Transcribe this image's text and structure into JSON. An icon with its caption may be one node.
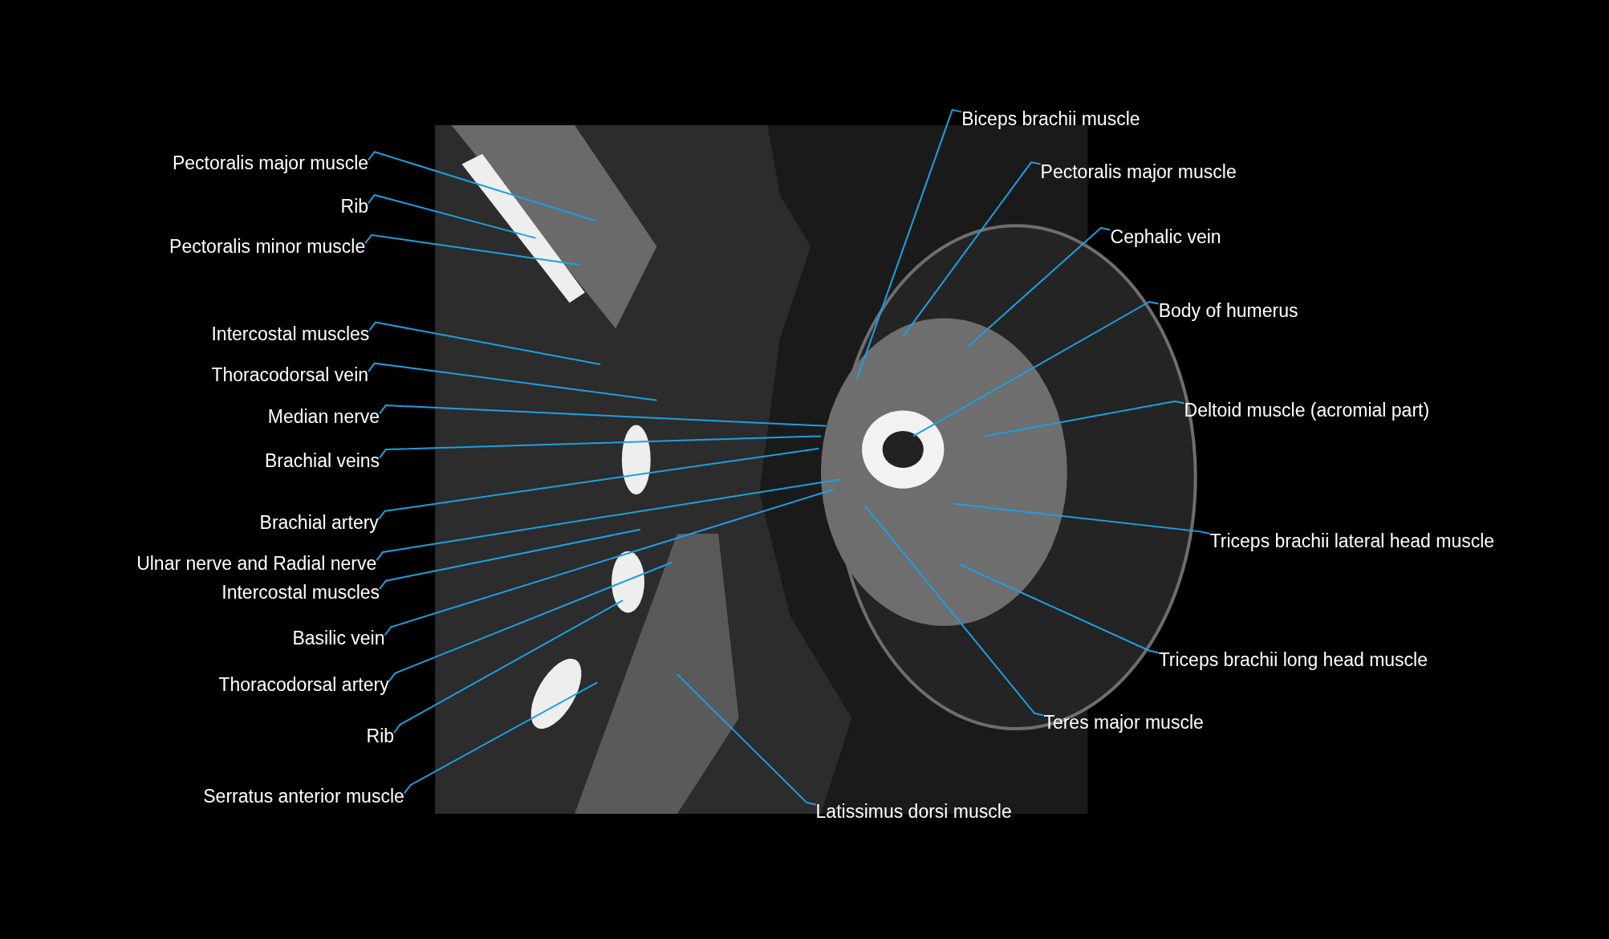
{
  "diagram": {
    "nodes": [
      {
        "text": [
          "Pectoralis major muscle"
        ]
      },
      {
        "text": [
          "Rib"
        ]
      },
      {
        "text": [
          "Pectoralis minor muscle"
        ]
      },
      {
        "text": [
          "Intercostal muscles"
        ]
      },
      {
        "text": [
          "Thoracodorsal vein"
        ]
      },
      {
        "text": [
          "Median nerve"
        ]
      },
      {
        "text": [
          "Brachial veins"
        ]
      },
      {
        "text": [
          "Brachial artery"
        ]
      },
      {
        "text": [
          "Ulnar nerve and Radial nerve"
        ]
      },
      {
        "text": [
          "Intercostal muscles"
        ]
      },
      {
        "text": [
          "Basilic vein"
        ]
      },
      {
        "text": [
          "Thoracodorsal artery"
        ]
      },
      {
        "text": [
          "Rib"
        ]
      },
      {
        "text": [
          "Serratus anterior muscle"
        ]
      },
      {
        "text": [
          "Biceps brachii muscle"
        ]
      },
      {
        "text": [
          "Pectoralis major muscle"
        ]
      },
      {
        "text": [
          "Cephalic vein"
        ]
      },
      {
        "text": [
          "Body of humerus"
        ]
      },
      {
        "text": [
          "Deltoid muscle (acromial part)"
        ]
      },
      {
        "text": [
          "Triceps brachii lateral head muscle"
        ]
      },
      {
        "text": [
          "Triceps brachii long head muscle"
        ]
      },
      {
        "text": [
          "Teres major muscle"
        ]
      },
      {
        "text": [
          "Latissimus dorsi muscle"
        ]
      }
    ],
    "edges": [
      {
        "from": 0,
        "to": null,
        "arrow": "none"
      },
      {
        "from": 1,
        "to": null,
        "arrow": "none"
      },
      {
        "from": 2,
        "to": null,
        "arrow": "none"
      },
      {
        "from": 3,
        "to": null,
        "arrow": "none"
      },
      {
        "from": 4,
        "to": null,
        "arrow": "none"
      },
      {
        "from": 5,
        "to": null,
        "arrow": "none"
      },
      {
        "from": 6,
        "to": null,
        "arrow": "none"
      },
      {
        "from": 7,
        "to": null,
        "arrow": "none"
      },
      {
        "from": 8,
        "to": null,
        "arrow": "none"
      },
      {
        "from": 9,
        "to": null,
        "arrow": "none"
      },
      {
        "from": 10,
        "to": null,
        "arrow": "none"
      },
      {
        "from": 11,
        "to": null,
        "arrow": "none"
      },
      {
        "from": 12,
        "to": null,
        "arrow": "none"
      },
      {
        "from": 13,
        "to": null,
        "arrow": "none"
      },
      {
        "from": 14,
        "to": null,
        "arrow": "none"
      },
      {
        "from": 15,
        "to": null,
        "arrow": "none"
      },
      {
        "from": 16,
        "to": null,
        "arrow": "none"
      },
      {
        "from": 17,
        "to": null,
        "arrow": "none"
      },
      {
        "from": 18,
        "to": null,
        "arrow": "none"
      },
      {
        "from": 19,
        "to": null,
        "arrow": "none"
      },
      {
        "from": 20,
        "to": null,
        "arrow": "none"
      },
      {
        "from": 21,
        "to": null,
        "arrow": "none"
      },
      {
        "from": 22,
        "to": null,
        "arrow": "none"
      }
    ]
  }
}
